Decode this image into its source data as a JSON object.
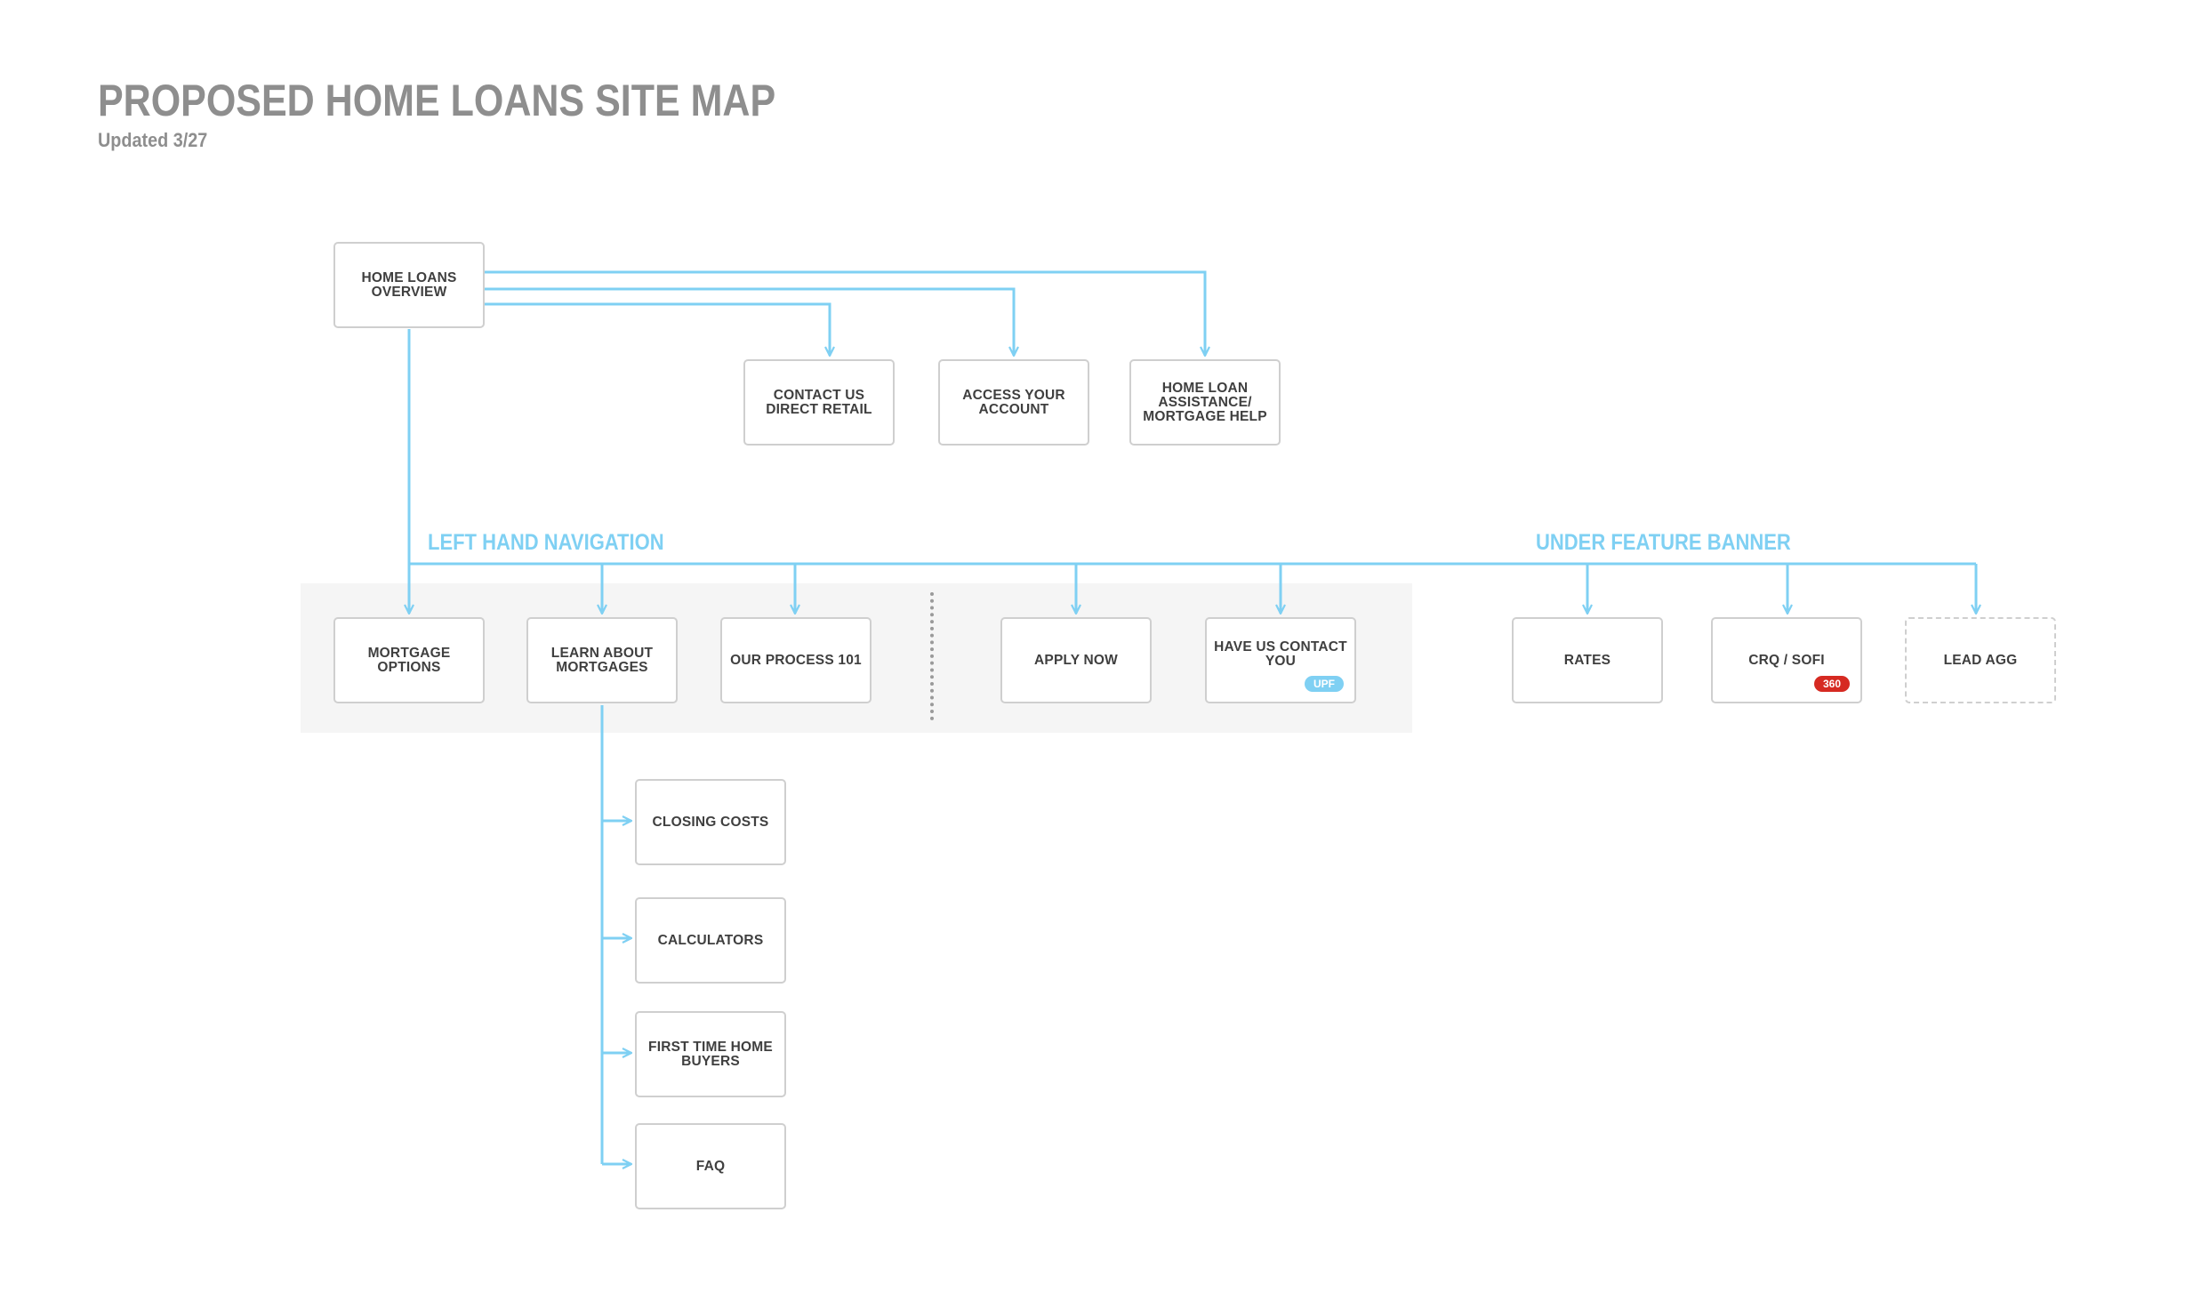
{
  "header": {
    "title": "PROPOSED HOME LOANS SITE MAP",
    "subtitle": "Updated 3/27"
  },
  "sections": {
    "left_nav": "LEFT HAND NAVIGATION",
    "feature_banner": "UNDER FEATURE BANNER"
  },
  "nodes": {
    "home_loans_overview": "HOME LOANS\nOVERVIEW",
    "contact_us": "CONTACT US\nDIRECT RETAIL",
    "access_account": "ACCESS YOUR\nACCOUNT",
    "home_loan_assistance": "HOME LOAN\nASSISTANCE/\nMORTGAGE HELP",
    "mortgage_options": "MORTGAGE OPTIONS",
    "learn_about_mortgages": "LEARN ABOUT\nMORTGAGES",
    "our_process": "OUR PROCESS 101",
    "apply_now": "APPLY NOW",
    "have_us_contact": "HAVE US CONTACT\nYOU",
    "rates": "RATES",
    "crq_sofi": "CRQ / SOFI",
    "lead_agg": "LEAD AGG",
    "closing_costs": "CLOSING COSTS",
    "calculators": "CALCULATORS",
    "first_time": "FIRST TIME HOME\nBUYERS",
    "faq": "FAQ"
  },
  "badges": {
    "upf": "UPF",
    "three_sixty": "360"
  },
  "colors": {
    "connector": "#7fd0f3",
    "title": "#8e8e8e",
    "node_border": "#cfcfcf",
    "badge_red": "#d62a22",
    "band": "#f5f5f5"
  }
}
